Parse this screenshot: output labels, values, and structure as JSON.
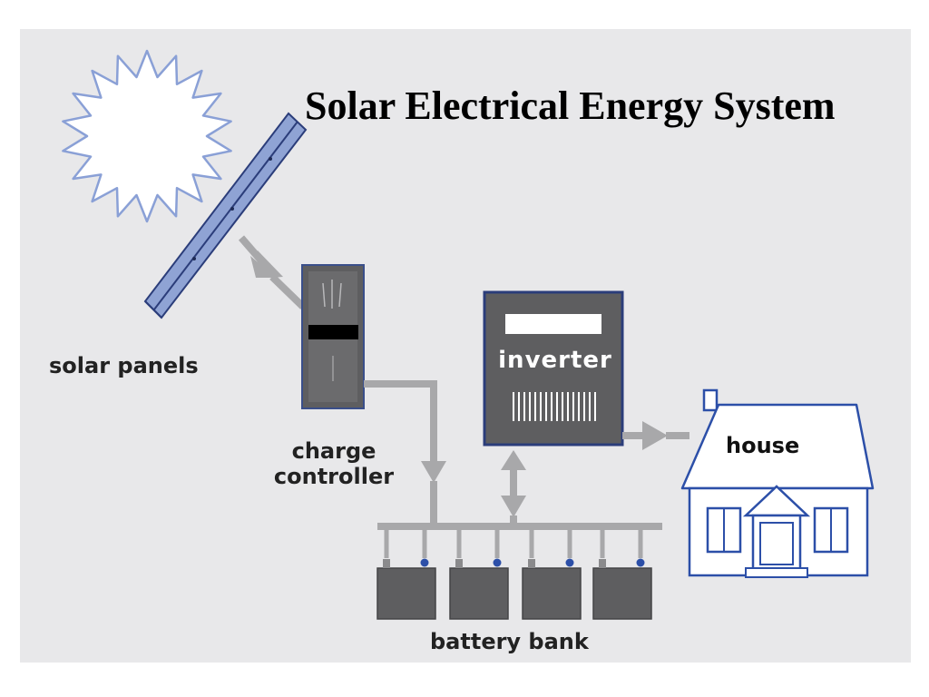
{
  "title": "Solar Electrical Energy System",
  "labels": {
    "solar_panels": "solar panels",
    "charge_controller_line1": "charge",
    "charge_controller_line2": "controller",
    "inverter": "inverter",
    "house": "house",
    "battery_bank": "battery bank"
  },
  "components": [
    "sun",
    "solar-panel",
    "charge-controller",
    "inverter",
    "battery-bank",
    "house"
  ],
  "flows": [
    {
      "from": "solar-panel",
      "to": "charge-controller",
      "direction": "one-way"
    },
    {
      "from": "charge-controller",
      "to": "battery-bank",
      "direction": "one-way"
    },
    {
      "from": "inverter",
      "to": "battery-bank",
      "direction": "two-way"
    },
    {
      "from": "inverter",
      "to": "house",
      "direction": "one-way"
    }
  ],
  "battery_count": 4,
  "colors": {
    "background": "#e8e8ea",
    "panel_fill": "#8fa3d4",
    "panel_outline": "#2b3d7a",
    "device_fill": "#5e5e60",
    "device_outline": "#3a4f8a",
    "arrow": "#a8a8aa",
    "house_outline": "#2c4fa8",
    "sun_outline": "#8aa0d6"
  }
}
